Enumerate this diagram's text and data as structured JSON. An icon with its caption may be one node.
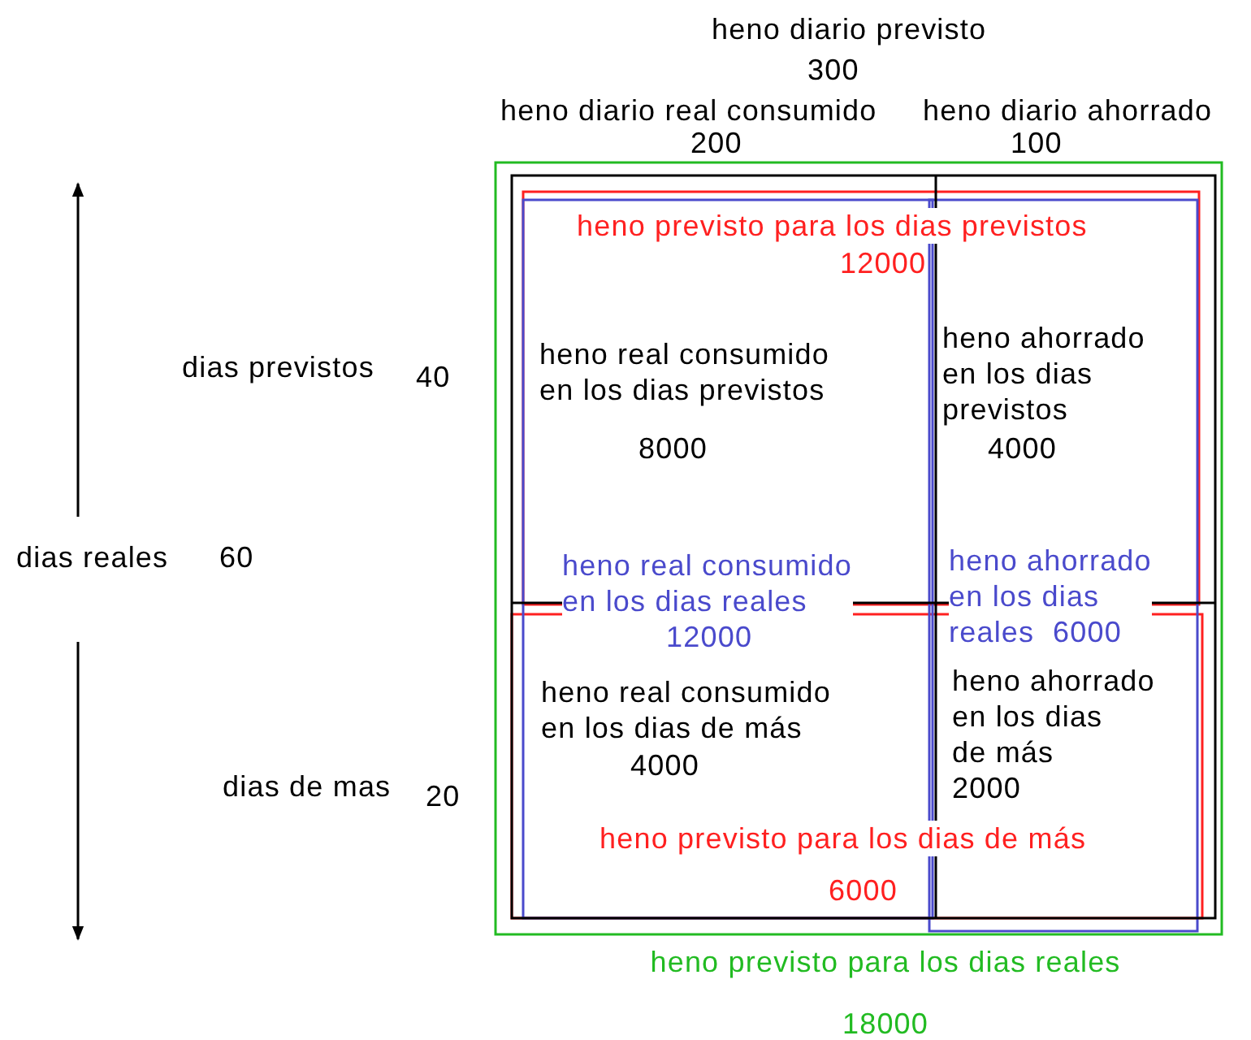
{
  "diagram": {
    "nodes": [
      {
        "text": [
          "heno previsto para los dias reales",
          "18000"
        ]
      },
      {
        "text": [
          "heno previsto para los dias previstos",
          "12000"
        ]
      },
      {
        "text": [
          "heno previsto para los dias de más",
          "6000"
        ]
      },
      {
        "text": [
          "heno real consumido en los dias reales",
          "12000"
        ]
      },
      {
        "text": [
          "heno ahorrado en los dias reales",
          "6000"
        ]
      },
      {
        "text": [
          "heno real consumido en los dias previstos",
          "8000"
        ]
      },
      {
        "text": [
          "heno ahorrado en los dias previstos",
          "4000"
        ]
      },
      {
        "text": [
          "heno real consumido en los dias de más",
          "4000"
        ]
      },
      {
        "text": [
          "heno ahorrado en los dias de más",
          "2000"
        ]
      }
    ],
    "labels": [
      "heno diario previsto",
      "300",
      "heno diario real consumido",
      "200",
      "heno diario ahorrado",
      "100",
      "dias previstos",
      "40",
      "dias reales",
      "60",
      "dias de mas",
      "20"
    ]
  }
}
